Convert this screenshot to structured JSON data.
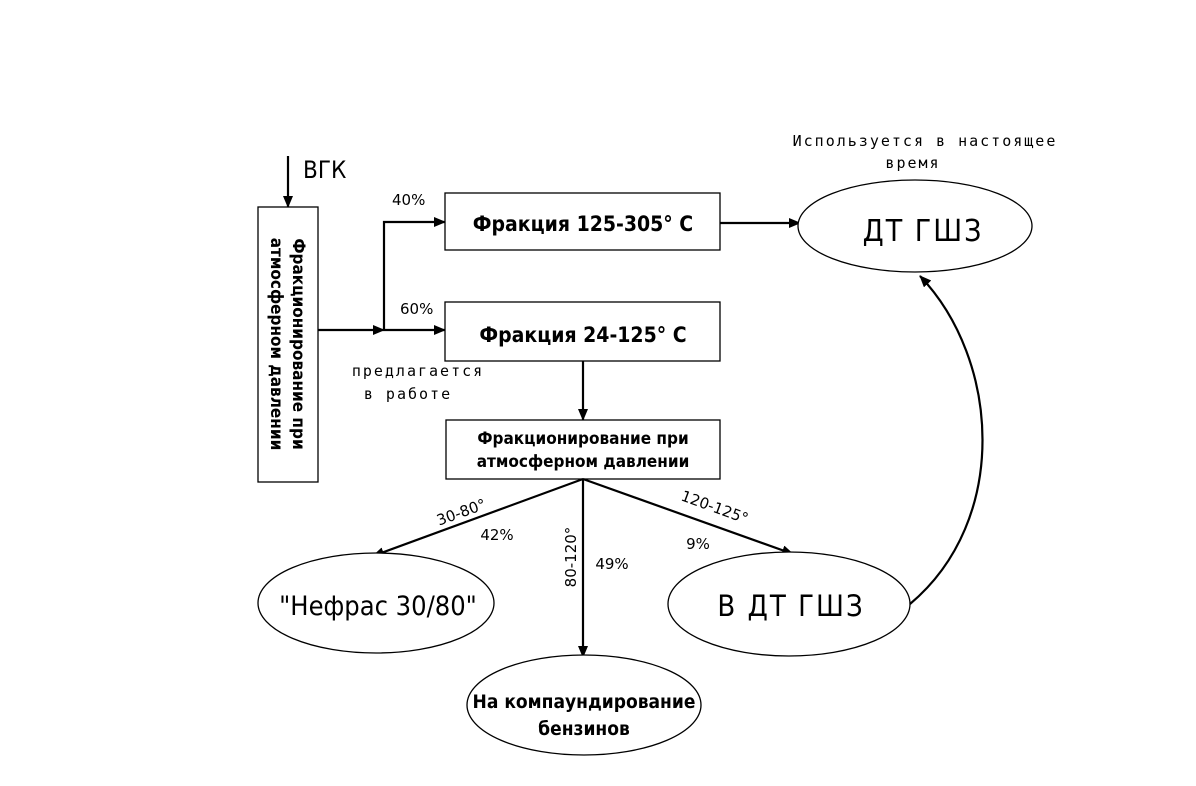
{
  "input_label": "ВГК",
  "unit1": {
    "line1": "Фракционирование при",
    "line2": "атмосферном давлении"
  },
  "box_125_305": "Фракция 125-305° С",
  "box_24_125": "Фракция 24-125° С",
  "unit2": {
    "line1": "Фракционирование при",
    "line2": "атмосферном давлении"
  },
  "pct_40": "40%",
  "pct_60": "60%",
  "proposed": {
    "line1": "предлагается",
    "line2": "в работе"
  },
  "current": {
    "line1": "Используется в настоящее",
    "line2": "время"
  },
  "product_dt": "ДТ ГШЗ",
  "product_into_dt": "В ДТ ГШЗ",
  "product_nefras": "\"Нефрас 30/80\"",
  "product_gasoline": {
    "line1": "На компаундирование",
    "line2": "бензинов"
  },
  "cut_30_80": {
    "range": "30-80°",
    "pct": "42%"
  },
  "cut_80_120": {
    "range": "80-120°",
    "pct": "49%"
  },
  "cut_120_125": {
    "range": "120-125°",
    "pct": "9%"
  }
}
